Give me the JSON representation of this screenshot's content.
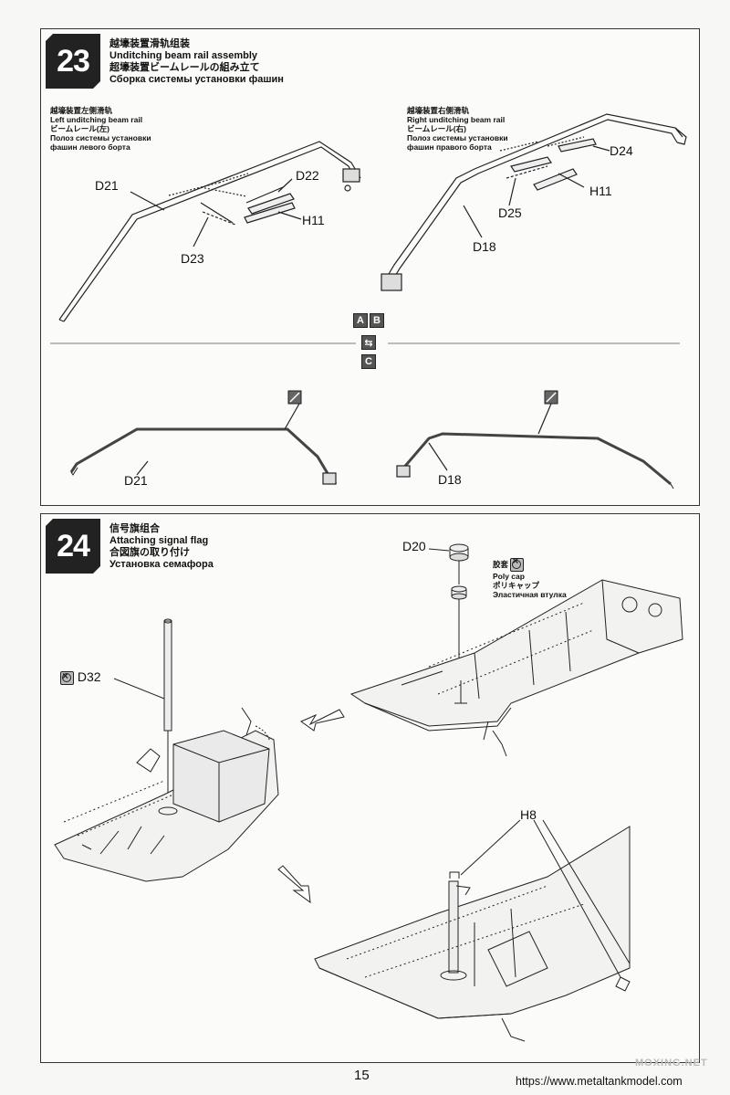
{
  "step23": {
    "number": "23",
    "title_zh": "越壕装置滑轨组装",
    "title_en": "Unditching beam rail assembly",
    "title_ja": "超壕装置ビームレールの組み立て",
    "title_ru": "Сборка системы установки фашин",
    "left": {
      "zh": "越壕装置左侧滑轨",
      "en": "Left unditching beam rail",
      "ja": "ビームレール(左)",
      "ru1": "Полоз системы установки",
      "ru2": "фашин левого борта"
    },
    "right": {
      "zh": "越壕装置右侧滑轨",
      "en": "Right unditching beam rail",
      "ja": "ビームレール(右)",
      "ru1": "Полоз системы установки",
      "ru2": "фашин правого борта"
    },
    "callouts": {
      "d21": "D21",
      "d22": "D22",
      "d23": "D23",
      "h11_left": "H11",
      "d18": "D18",
      "d24": "D24",
      "d25": "D25",
      "h11_right": "H11",
      "d21_bottom": "D21",
      "d18_bottom": "D18"
    },
    "markers": {
      "a": "A",
      "b": "B",
      "c": "C"
    }
  },
  "step24": {
    "number": "24",
    "title_zh": "信号旗组合",
    "title_en": "Attaching signal flag",
    "title_ja": "合図旗の取り付け",
    "title_ru": "Установка семафора",
    "polycap": {
      "zh": "胶套",
      "en": "Poly cap",
      "ja": "ポリキャップ",
      "ru": "Эластичная втулка"
    },
    "callouts": {
      "d20": "D20",
      "d32": "D32",
      "h8": "H8"
    }
  },
  "footer": {
    "page_number": "15",
    "url": "https://www.metaltankmodel.com",
    "watermark": "MOXING.NET"
  }
}
